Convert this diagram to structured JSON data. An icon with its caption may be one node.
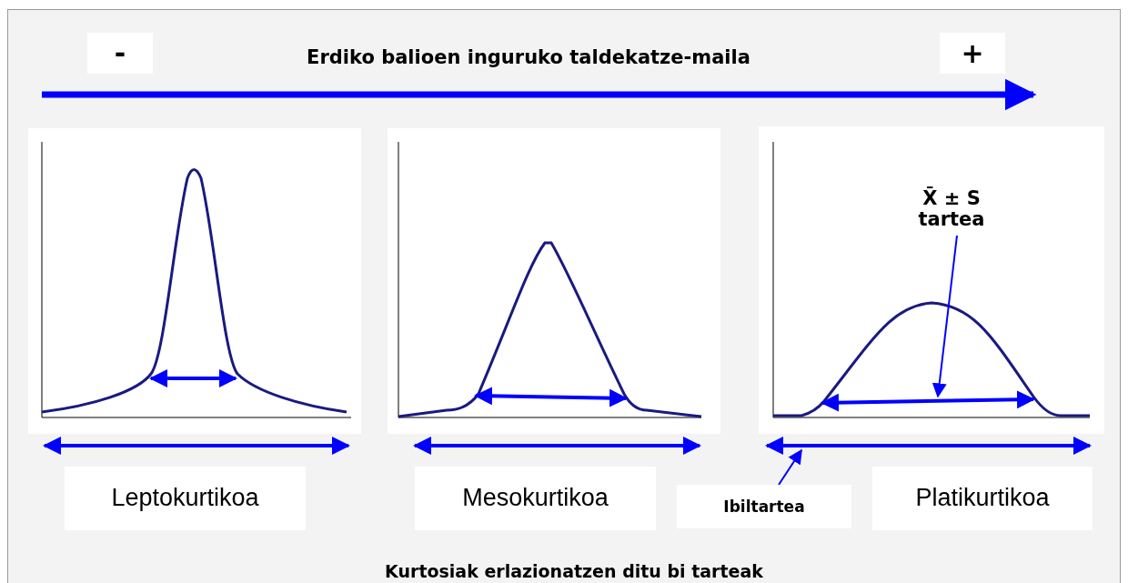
{
  "diagram": {
    "caption": "Kurtosiak erlazionatzen ditu bi tarteak",
    "nodes": [
      {
        "text": [
          "-"
        ]
      },
      {
        "text": [
          "+"
        ]
      },
      {
        "text": [
          "X̄ ± S tartea"
        ]
      },
      {
        "text": [],
        "shape": "arrow"
      },
      {
        "text": [
          "Leptokurtikoa"
        ]
      },
      {
        "text": [
          "Mesokurtikoa"
        ]
      },
      {
        "text": [
          "Ibiltartea"
        ]
      },
      {
        "text": [],
        "shape": "arrow"
      },
      {
        "text": [
          "Platikurtikoa"
        ]
      }
    ],
    "edges": [
      {
        "from": 2,
        "to": 3,
        "arrow": "to"
      },
      {
        "from": 6,
        "to": 7,
        "arrow": "to"
      }
    ],
    "labels": [
      "Erdiko balioen inguruko taldekatze-maila"
    ]
  }
}
